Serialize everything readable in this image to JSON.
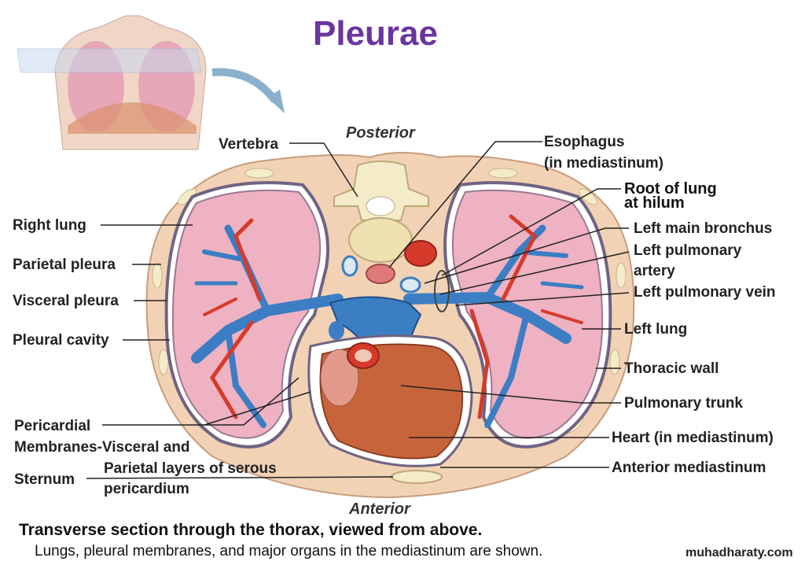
{
  "title": "Pleurae",
  "orientation": {
    "posterior": "Posterior",
    "anterior": "Anterior"
  },
  "labels_left": {
    "vertebra": "Vertebra",
    "right_lung": "Right lung",
    "parietal_pleura": "Parietal pleura",
    "visceral_pleura": "Visceral pleura",
    "pleural_cavity": "Pleural cavity",
    "pericardial_1": "Pericardial",
    "pericardial_2": "Membranes-Visceral and",
    "pericardial_3": "Parietal layers of serous",
    "pericardial_4": "pericardium",
    "sternum": "Sternum"
  },
  "labels_right": {
    "esophagus_1": "Esophagus",
    "esophagus_2": "(in mediastinum)",
    "root_1": "Root of lung",
    "root_2": "at hilum",
    "left_main_bronchus": "Left main bronchus",
    "left_pulm_artery_1": "Left pulmonary",
    "left_pulm_artery_2": "artery",
    "left_pulm_vein": "Left pulmonary vein",
    "left_lung": "Left lung",
    "thoracic_wall": "Thoracic wall",
    "pulmonary_trunk": "Pulmonary trunk",
    "heart": "Heart (in mediastinum)",
    "anterior_mediastinum": "Anterior mediastinum"
  },
  "caption": {
    "line1": "Transverse section through the thorax, viewed from above.",
    "line2": "Lungs, pleural membranes, and major organs in the mediastinum are shown."
  },
  "credit": "muhadharaty.com",
  "colors": {
    "title": "#6b35a0",
    "skin": "#f2d2b4",
    "lung": "#eeb2c2",
    "pleura": "#7a6a8c",
    "artery": "#d63a2a",
    "vein": "#3c7ec4",
    "heart": "#c8643c",
    "bone": "#f4ecc8"
  }
}
